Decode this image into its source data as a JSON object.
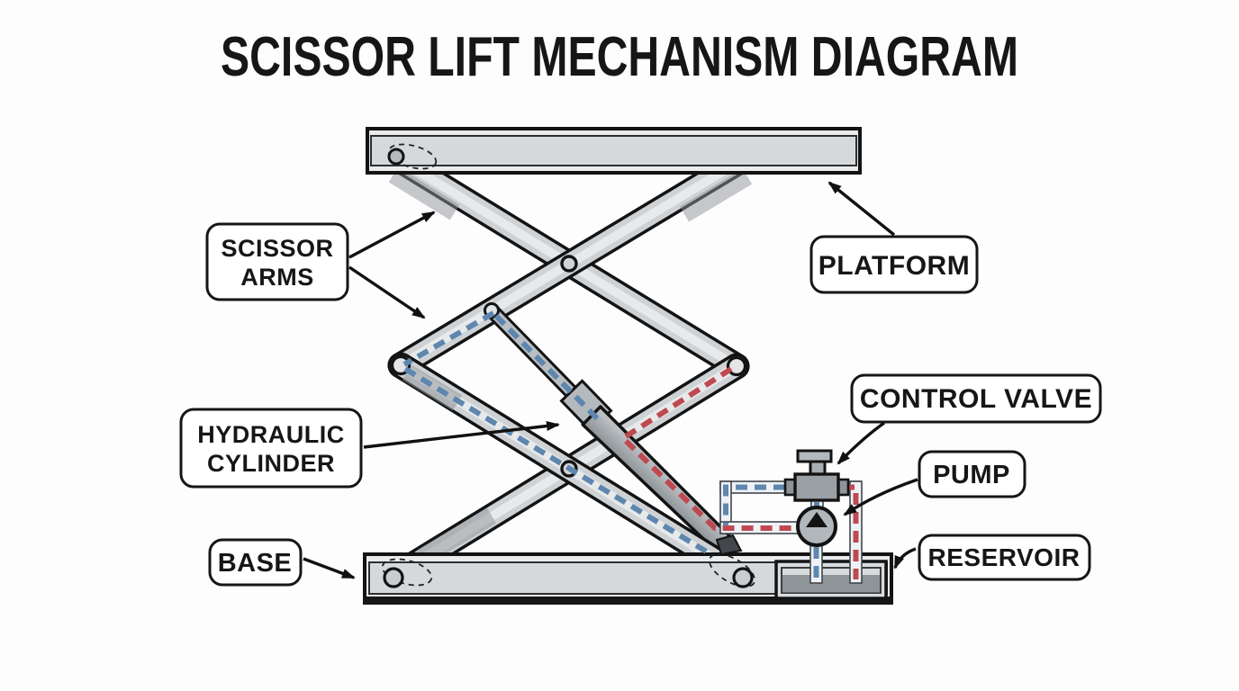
{
  "title": "SCISSOR LIFT MECHANISM DIAGRAM",
  "labels": {
    "scissor_arms": {
      "line1": "SCISSOR",
      "line2": "ARMS"
    },
    "platform": {
      "text": "PLATFORM"
    },
    "hydraulic_cylinder": {
      "line1": "HYDRAULIC",
      "line2": "CYLINDER"
    },
    "control_valve": {
      "text": "CONTROL VALVE"
    },
    "pump": {
      "text": "PUMP"
    },
    "base": {
      "text": "BASE"
    },
    "reservoir": {
      "text": "RESERVOIR"
    }
  },
  "colors": {
    "background": "#fdfdfd",
    "outline": "#131313",
    "metal_light": "#d6d9db",
    "metal_mid": "#b3b8bc",
    "metal_dark": "#8e9499",
    "hydraulic_supply_blue": "#5e86ae",
    "hydraulic_return_red": "#bf4950"
  }
}
